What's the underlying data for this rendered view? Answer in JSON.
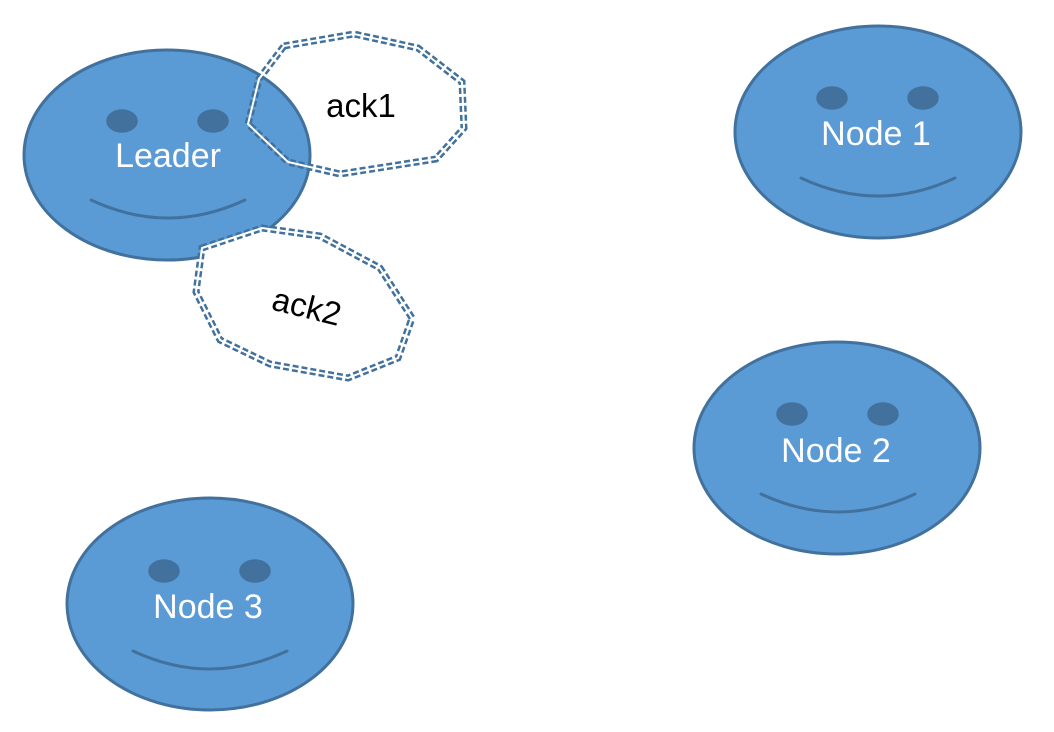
{
  "colors": {
    "face_fill": "#5b9bd5",
    "face_stroke": "#41719c",
    "feature": "#41719c",
    "face_text": "#ffffff",
    "burst_fill": "#ffffff",
    "burst_stroke": "#41719c",
    "burst_text": "#000000"
  },
  "nodes": {
    "leader": {
      "label": "Leader"
    },
    "node1": {
      "label": "Node 1"
    },
    "node2": {
      "label": "Node 2"
    },
    "node3": {
      "label": "Node 3"
    }
  },
  "messages": {
    "ack1": {
      "label": "ack1"
    },
    "ack2": {
      "label": "ack2"
    }
  }
}
